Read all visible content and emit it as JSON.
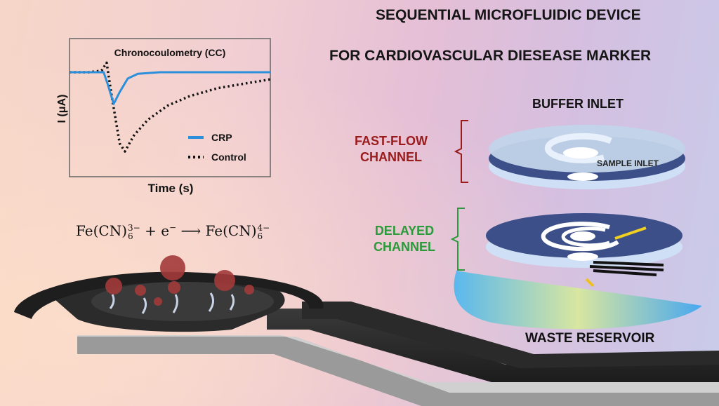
{
  "title": {
    "line1": "SEQUENTIAL MICROFLUIDIC DEVICE",
    "line2": "FOR CARDIOVASCULAR DIESEASE MARKER"
  },
  "labels": {
    "buffer_inlet": "BUFFER INLET",
    "sample_inlet": "SAMPLE INLET",
    "fast_flow": [
      "FAST-FLOW",
      "CHANNEL"
    ],
    "delayed": [
      "DELAYED",
      "CHANNEL"
    ],
    "waste_reservoir": "WASTE RESERVOIR"
  },
  "colors": {
    "fast_flow": "#9a1b1b",
    "delayed": "#2a9a3a",
    "crp": "#2b8fdc",
    "control": "#111111",
    "disc": "#3b4f86"
  },
  "equation": {
    "lhs": "Fe(CN)",
    "lhs_sub": "6",
    "lhs_sup": "3−",
    "plus": "+ e",
    "e_sup": "−",
    "arrow": "⟶",
    "rhs": "Fe(CN)",
    "rhs_sub": "6",
    "rhs_sup": "4−"
  },
  "chart_data": {
    "type": "line",
    "title": "Chronocoulometry (CC)",
    "xlabel": "Time (s)",
    "ylabel": "I (μA)",
    "xlim": [
      0,
      100
    ],
    "ylim": [
      -1.1,
      0.6
    ],
    "grid": false,
    "legend_position": "bottom-right",
    "series": [
      {
        "name": "CRP",
        "style": "solid",
        "x": [
          0,
          10,
          17,
          19,
          22,
          25,
          29,
          34,
          45,
          60,
          80,
          100
        ],
        "y": [
          0,
          0,
          0,
          -0.15,
          -0.4,
          -0.25,
          -0.08,
          -0.02,
          0,
          0,
          0,
          0
        ]
      },
      {
        "name": "Control",
        "style": "dotted",
        "x": [
          0,
          10,
          16,
          18.5,
          21,
          25,
          27.6,
          32,
          39,
          49,
          60,
          74,
          88,
          100
        ],
        "y": [
          0,
          0,
          0.02,
          0.12,
          -0.3,
          -0.9,
          -1.0,
          -0.8,
          -0.6,
          -0.42,
          -0.3,
          -0.2,
          -0.14,
          -0.09
        ]
      }
    ]
  }
}
